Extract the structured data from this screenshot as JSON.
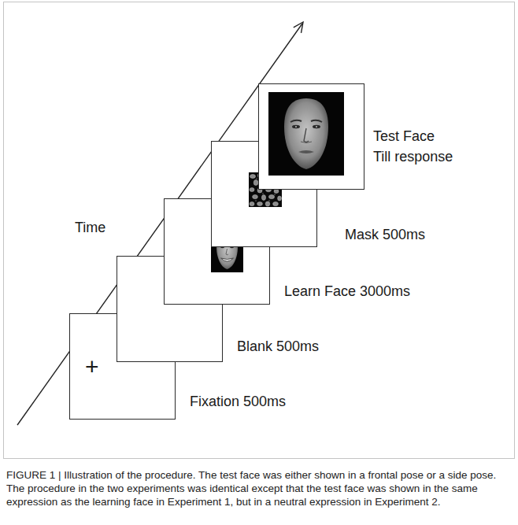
{
  "diagram": {
    "caption": "FIGURE 1 | Illustration of the procedure. The test face was either shown in a frontal pose or a side pose. The procedure in the two experiments was identical except that the test face was shown in the same expression as the learning face in Experiment 1, but in a neutral expression in Experiment 2.",
    "nodes": [
      {
        "text": [
          "+",
          "Fixation 500ms"
        ]
      },
      {
        "text": [
          "Blank 500ms"
        ]
      },
      {
        "text": [
          "Learn Face 3000ms"
        ]
      },
      {
        "text": [
          "Mask 500ms"
        ]
      },
      {
        "text": [
          "Test Face Till response"
        ]
      }
    ],
    "labels": [
      "Time"
    ]
  }
}
